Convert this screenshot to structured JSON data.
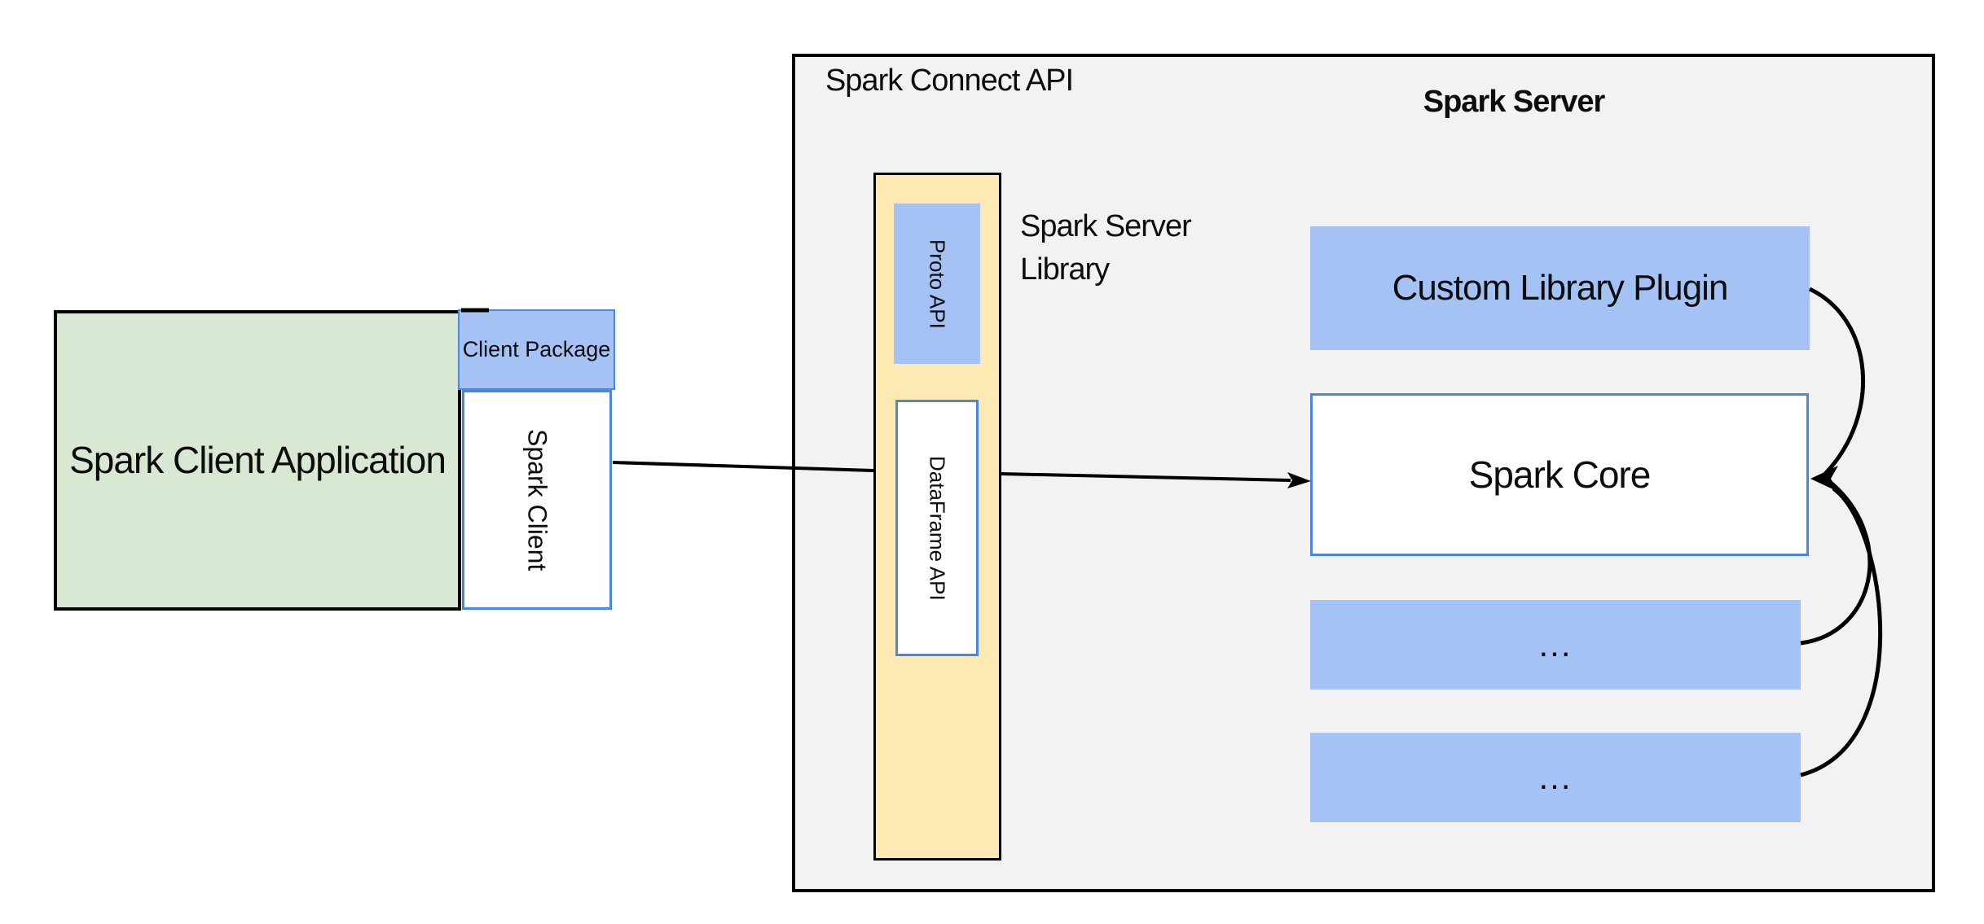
{
  "colors": {
    "page_background": "#ffffff",
    "server_container_fill": "#f2f2f2",
    "green_fill": "#d9e8d2",
    "blue_fill": "#a4c2f4",
    "yellow_fill": "#ffe9b3",
    "blue_border": "#4a86e8",
    "black_border": "#000000",
    "text": "#0d0d0d"
  },
  "diagram": {
    "client_application": {
      "label": "Spark Client Application"
    },
    "client_package": {
      "label": "Client Package"
    },
    "spark_client": {
      "label": "Spark Client"
    },
    "spark_connect_api": {
      "label": "Spark Connect API"
    },
    "server_library": {
      "label": "Spark Server Library",
      "proto_api": {
        "label": "Proto API"
      },
      "dataframe_api": {
        "label": "DataFrame API"
      }
    },
    "spark_server": {
      "title": "Spark Server",
      "custom_library_plugin": {
        "label": "Custom Library Plugin"
      },
      "spark_core": {
        "label": "Spark Core"
      },
      "plugin_placeholder_1": {
        "label": "..."
      },
      "plugin_placeholder_2": {
        "label": "..."
      }
    }
  }
}
